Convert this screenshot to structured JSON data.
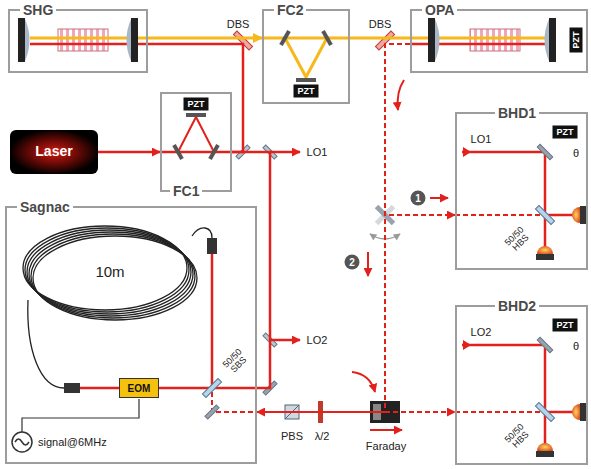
{
  "diagram": {
    "nodes": [
      {
        "text": [
          "SHG"
        ]
      },
      {
        "text": [
          "FC2"
        ]
      },
      {
        "text": [
          "OPA"
        ]
      },
      {
        "text": [
          "FC1"
        ]
      },
      {
        "text": [
          "Laser"
        ]
      },
      {
        "text": [
          "BHD1"
        ]
      },
      {
        "text": [
          "Sagnac"
        ]
      },
      {
        "text": [
          "EOM"
        ],
        "in": 6
      },
      {
        "text": [
          "BHD2"
        ]
      }
    ],
    "edges": [
      {
        "from": 0,
        "to": 1,
        "arrow": "to"
      },
      {
        "from": 1,
        "to": 2,
        "arrow": "none"
      },
      {
        "from": 4,
        "to": 3,
        "arrow": "to"
      },
      {
        "from": 3,
        "to": 0,
        "arrow": "none"
      },
      {
        "from": 3,
        "to": 6,
        "arrow": "none"
      },
      {
        "from": 2,
        "to": 5,
        "arrow": "to"
      },
      {
        "from": 2,
        "to": 6,
        "arrow": "to"
      },
      {
        "from": 6,
        "to": 8,
        "arrow": "to"
      }
    ],
    "labels": [
      "DBS",
      "DBS",
      "PZT",
      "PZT",
      "PZT",
      "LO1",
      "1",
      "2",
      "10m",
      "LO2",
      "signal@6MHz",
      "PBS",
      "λ/2",
      "Faraday",
      "LO1",
      "PZT",
      "θ",
      "50/50 HBS",
      "LO2",
      "PZT",
      "θ",
      "50/50 HBS",
      "50/50 SBS"
    ]
  }
}
